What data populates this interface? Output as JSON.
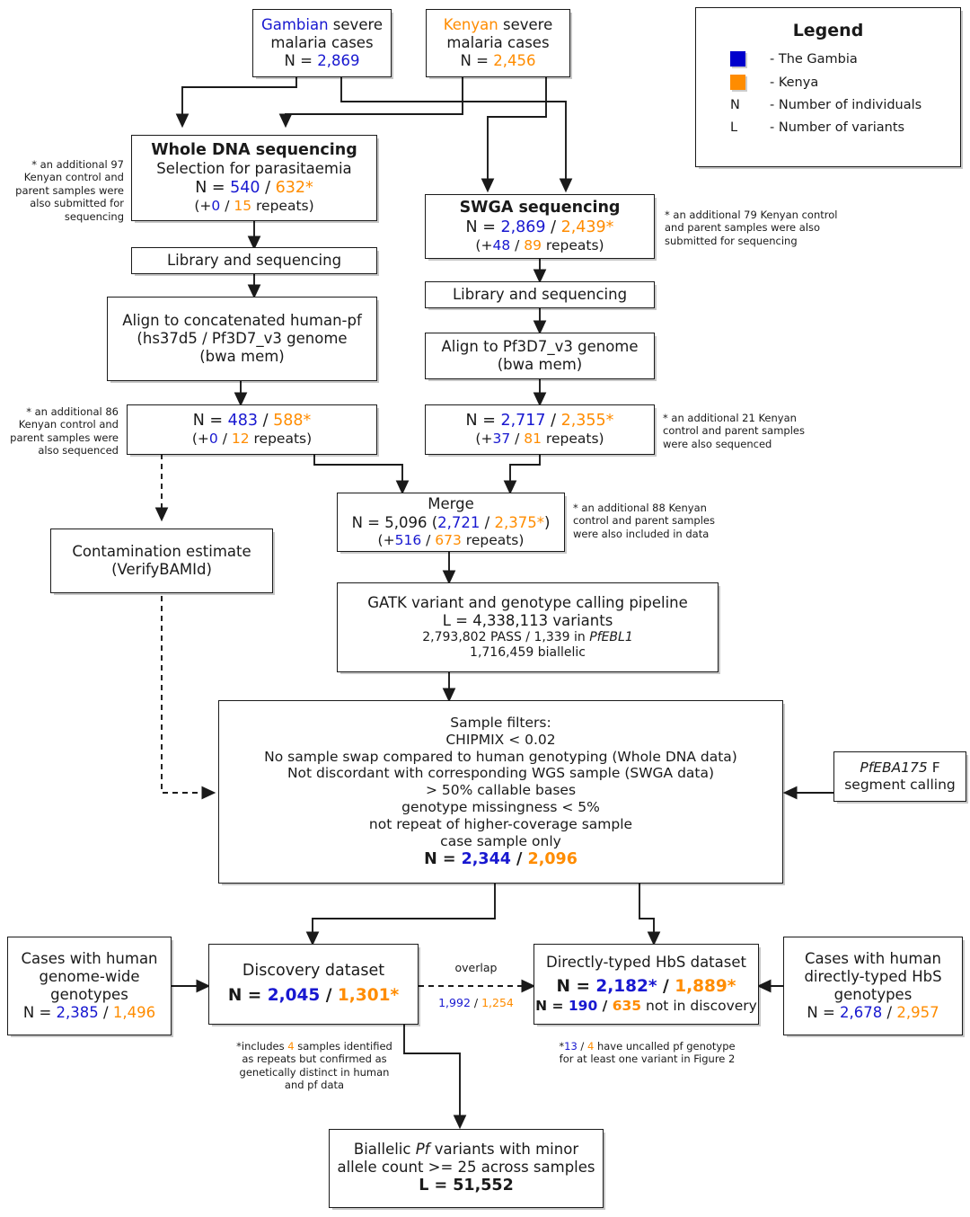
{
  "legend": {
    "title": "Legend",
    "items": [
      {
        "key_type": "swatch",
        "key": "blue",
        "label": "- The Gambia"
      },
      {
        "key_type": "swatch",
        "key": "orange",
        "label": "- Kenya"
      },
      {
        "key_type": "char",
        "key": "N",
        "label": "- Number of individuals"
      },
      {
        "key_type": "char",
        "key": "L",
        "label": "- Number of variants"
      }
    ]
  },
  "colors": {
    "gambia": "#1818d0",
    "kenya": "#ff8c00",
    "outline": "#1a1a1a"
  },
  "nodes": {
    "gambian_cases": {
      "l1_a": "Gambian",
      "l1_b": " severe",
      "l2": "malaria cases",
      "l3_label": "N = ",
      "l3_value": "2,869"
    },
    "kenyan_cases": {
      "l1_a": "Kenyan",
      "l1_b": " severe",
      "l2": "malaria cases",
      "l3_label": "N = ",
      "l3_value": "2,456"
    },
    "whole_dna": {
      "title": "Whole DNA sequencing",
      "subtitle": "Selection for parasitaemia",
      "n_label": "N = ",
      "n_gam": "540",
      "n_sep": " / ",
      "n_ken": "632*",
      "rep_open": "(+",
      "rep_gam": "0",
      "rep_sep": " / ",
      "rep_ken": "15",
      "rep_close": " repeats)"
    },
    "swga": {
      "title": "SWGA sequencing",
      "n_label": "N = ",
      "n_gam": "2,869",
      "n_sep": " / ",
      "n_ken": "2,439*",
      "rep_open": "(+",
      "rep_gam": "48",
      "rep_sep": " / ",
      "rep_ken": "89",
      "rep_close": " repeats)"
    },
    "library_left": "Library and sequencing",
    "library_right": "Library and sequencing",
    "align_left": {
      "l1": "Align to concatenated human-pf",
      "l2": "(hs37d5 / Pf3D7_v3 genome",
      "l3": "(bwa mem)"
    },
    "align_right": {
      "l1": "Align to Pf3D7_v3 genome",
      "l2": "(bwa mem)"
    },
    "counts_left": {
      "n_label": "N = ",
      "n_gam": "483",
      "n_sep": " / ",
      "n_ken": "588*",
      "rep_open": "(+",
      "rep_gam": "0",
      "rep_sep": " / ",
      "rep_ken": "12",
      "rep_close": " repeats)"
    },
    "counts_right": {
      "n_label": "N = ",
      "n_gam": "2,717",
      "n_sep": " / ",
      "n_ken": "2,355*",
      "rep_open": "(+",
      "rep_gam": "37",
      "rep_sep": " / ",
      "rep_ken": "81",
      "rep_close": " repeats)"
    },
    "contamination": {
      "l1": "Contamination estimate",
      "l2": "(VerifyBAMId)"
    },
    "merge": {
      "title": "Merge",
      "n_label": "N = 5,096 (",
      "n_gam": "2,721",
      "n_sep": " / ",
      "n_ken": "2,375*",
      "n_close": ")",
      "rep_open": "(+",
      "rep_gam": "516",
      "rep_sep": " / ",
      "rep_ken": "673",
      "rep_close": " repeats)"
    },
    "gatk": {
      "l1": "GATK variant and genotype calling pipeline",
      "l2": "L = 4,338,113 variants",
      "l3_a": "2,793,802 PASS / 1,339 in ",
      "l3_it": "PfEBL1",
      "l4": "1,716,459 biallelic"
    },
    "sample_filters": {
      "l1": "Sample filters:",
      "l2": "CHIPMIX < 0.02",
      "l3": "No sample swap compared to human genotyping (Whole DNA data)",
      "l4": "Not discordant with corresponding WGS sample (SWGA data)",
      "l5": "> 50% callable bases",
      "l6": "genotype missingness < 5%",
      "l7": "not repeat of higher-coverage sample",
      "l8": "case sample only",
      "n_label": "N = ",
      "n_gam": "2,344",
      "n_sep": " / ",
      "n_ken": "2,096"
    },
    "eba175": {
      "l1_it": "PfEBA175",
      "l1_b": " F",
      "l2": "segment calling"
    },
    "cases_gwas": {
      "l1": "Cases with human",
      "l2": "genome-wide",
      "l3": "genotypes",
      "n_label": "N = ",
      "n_gam": "2,385",
      "n_sep": " / ",
      "n_ken": "1,496"
    },
    "discovery": {
      "title": "Discovery dataset",
      "n_label": "N = ",
      "n_gam": "2,045",
      "n_sep": " / ",
      "n_ken": "1,301*"
    },
    "hbs": {
      "title": "Directly-typed HbS dataset",
      "n_label": "N = ",
      "n_gam": "2,182*",
      "n_sep": " / ",
      "n_ken": "1,889*",
      "n2_label": "N = ",
      "n2_gam": "190",
      "n2_sep": " / ",
      "n2_ken": "635",
      "n2_tail": " not in discovery"
    },
    "cases_hbs": {
      "l1": "Cases with human",
      "l2": "directly-typed HbS",
      "l3": "genotypes",
      "n_label": "N = ",
      "n_gam": "2,678",
      "n_sep": " / ",
      "n_ken": "2,957"
    },
    "final": {
      "l1_a": "Biallelic ",
      "l1_it": "Pf",
      "l1_b": " variants with minor",
      "l2": "allele count >= 25 across samples",
      "l3": "L = 51,552"
    }
  },
  "annotations": {
    "note_whole_dna": {
      "l1": "* an additional 97",
      "l2": "Kenyan control and",
      "l3": "parent samples were",
      "l4": "also submitted for",
      "l5": "sequencing"
    },
    "note_swga": {
      "l1": "* an additional 79 Kenyan control",
      "l2": "and parent samples were also",
      "l3": "submitted for sequencing"
    },
    "note_counts_left": {
      "l1": "* an additional 86",
      "l2": "Kenyan control and",
      "l3": "parent samples were",
      "l4": "also sequenced"
    },
    "note_counts_right": {
      "l1": "* an additional 21 Kenyan",
      "l2": "control and parent samples",
      "l3": "were also sequenced"
    },
    "note_merge": {
      "l1": "* an additional 88 Kenyan",
      "l2": "control and parent samples",
      "l3": "were also included in data"
    },
    "note_discovery": {
      "l1_a": "*includes ",
      "l1_ken": "4",
      "l1_b": " samples identified",
      "l2": "as repeats but confirmed as",
      "l3": "genetically distinct in human",
      "l4": "and pf data"
    },
    "note_hbs": {
      "l1_star": "*",
      "l1_gam": "13",
      "l1_sep": " / ",
      "l1_ken": "4",
      "l1_tail": " have uncalled pf genotype",
      "l2": "for at least one variant in Figure 2"
    },
    "overlap": {
      "label": "overlap",
      "gam": "1,992",
      "sep": " / ",
      "ken": "1,254"
    }
  }
}
